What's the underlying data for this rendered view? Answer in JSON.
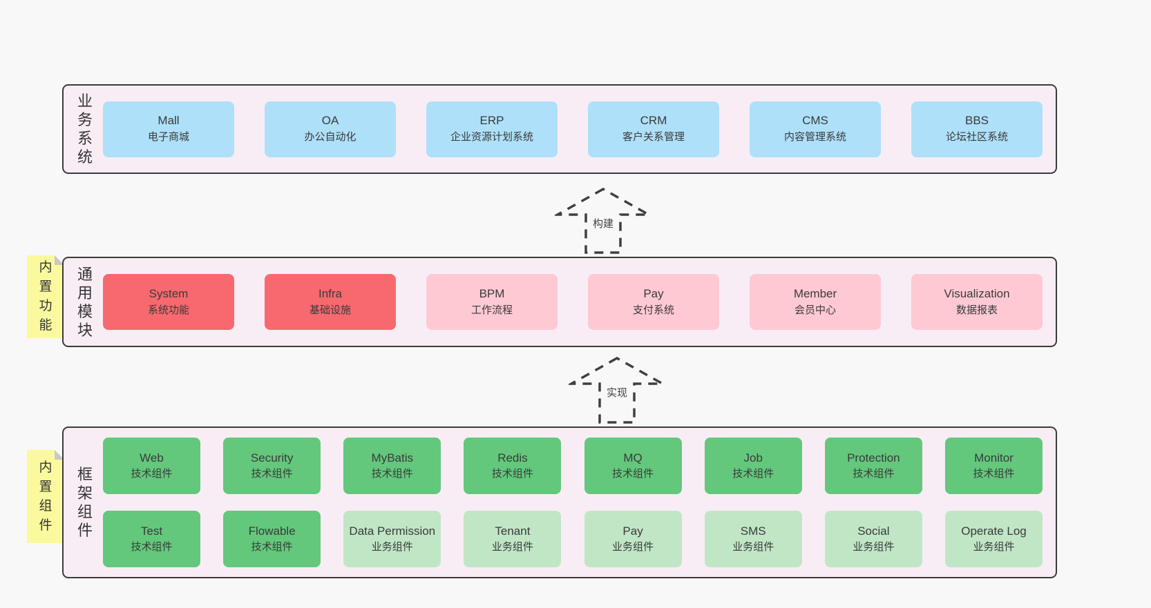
{
  "colors": {
    "page_bg": "#f8f8f8",
    "band_bg": "#f9edf5",
    "band_border": "#3a3a3a",
    "blue": "#aee0f9",
    "red": "#f7696e",
    "pink": "#ffc9d3",
    "green": "#63c87c",
    "light_green": "#c0e6c6",
    "sticky_yellow": "#fbf99d",
    "sticky_fold": "#c8c8c8",
    "text": "#3a3a3a"
  },
  "bands": [
    {
      "id": "business-systems",
      "label": "业务系统",
      "rows": [
        [
          {
            "title": "Mall",
            "subtitle": "电子商城",
            "color": "blue"
          },
          {
            "title": "OA",
            "subtitle": "办公自动化",
            "color": "blue"
          },
          {
            "title": "ERP",
            "subtitle": "企业资源计划系统",
            "color": "blue"
          },
          {
            "title": "CRM",
            "subtitle": "客户关系管理",
            "color": "blue"
          },
          {
            "title": "CMS",
            "subtitle": "内容管理系统",
            "color": "blue"
          },
          {
            "title": "BBS",
            "subtitle": "论坛社区系统",
            "color": "blue"
          }
        ]
      ]
    },
    {
      "id": "common-modules",
      "label": "通用模块",
      "sticky": "内置功能",
      "rows": [
        [
          {
            "title": "System",
            "subtitle": "系统功能",
            "color": "red"
          },
          {
            "title": "Infra",
            "subtitle": "基础设施",
            "color": "red"
          },
          {
            "title": "BPM",
            "subtitle": "工作流程",
            "color": "pink"
          },
          {
            "title": "Pay",
            "subtitle": "支付系统",
            "color": "pink"
          },
          {
            "title": "Member",
            "subtitle": "会员中心",
            "color": "pink"
          },
          {
            "title": "Visualization",
            "subtitle": "数据报表",
            "color": "pink"
          }
        ]
      ]
    },
    {
      "id": "framework-components",
      "label": "框架组件",
      "sticky": "内置组件",
      "rows": [
        [
          {
            "title": "Web",
            "subtitle": "技术组件",
            "color": "green"
          },
          {
            "title": "Security",
            "subtitle": "技术组件",
            "color": "green"
          },
          {
            "title": "MyBatis",
            "subtitle": "技术组件",
            "color": "green"
          },
          {
            "title": "Redis",
            "subtitle": "技术组件",
            "color": "green"
          },
          {
            "title": "MQ",
            "subtitle": "技术组件",
            "color": "green"
          },
          {
            "title": "Job",
            "subtitle": "技术组件",
            "color": "green"
          },
          {
            "title": "Protection",
            "subtitle": "技术组件",
            "color": "green"
          },
          {
            "title": "Monitor",
            "subtitle": "技术组件",
            "color": "green"
          }
        ],
        [
          {
            "title": "Test",
            "subtitle": "技术组件",
            "color": "green"
          },
          {
            "title": "Flowable",
            "subtitle": "技术组件",
            "color": "green"
          },
          {
            "title": "Data Permission",
            "subtitle": "业务组件",
            "color": "light_green"
          },
          {
            "title": "Tenant",
            "subtitle": "业务组件",
            "color": "light_green"
          },
          {
            "title": "Pay",
            "subtitle": "业务组件",
            "color": "light_green"
          },
          {
            "title": "SMS",
            "subtitle": "业务组件",
            "color": "light_green"
          },
          {
            "title": "Social",
            "subtitle": "业务组件",
            "color": "light_green"
          },
          {
            "title": "Operate Log",
            "subtitle": "业务组件",
            "color": "light_green"
          }
        ]
      ]
    }
  ],
  "arrows": [
    {
      "label": "构建"
    },
    {
      "label": "实现"
    }
  ]
}
